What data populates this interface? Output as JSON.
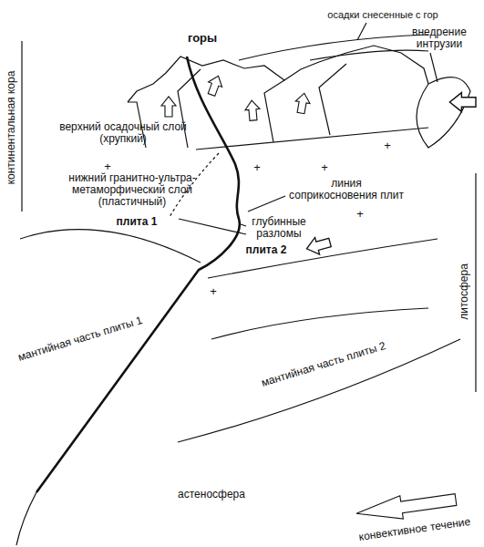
{
  "diagram": {
    "labels": [
      "горы",
      "осадки снесенные с гор",
      "внедрение интрузии",
      "континентальная кора",
      "верхний осадочный слой (хрупкий)",
      "нижний гранитно-ультра-метаморфический слой (пластичный)",
      "линия соприкосновения плит",
      "плита 1",
      "плита 2",
      "глубинные разломы",
      "литосфера",
      "мантийная часть плиты 1",
      "мантийная часть плиты 2",
      "астеносфера",
      "конвективное течение",
      "+",
      "+",
      "+",
      "+",
      "+",
      "+"
    ]
  }
}
